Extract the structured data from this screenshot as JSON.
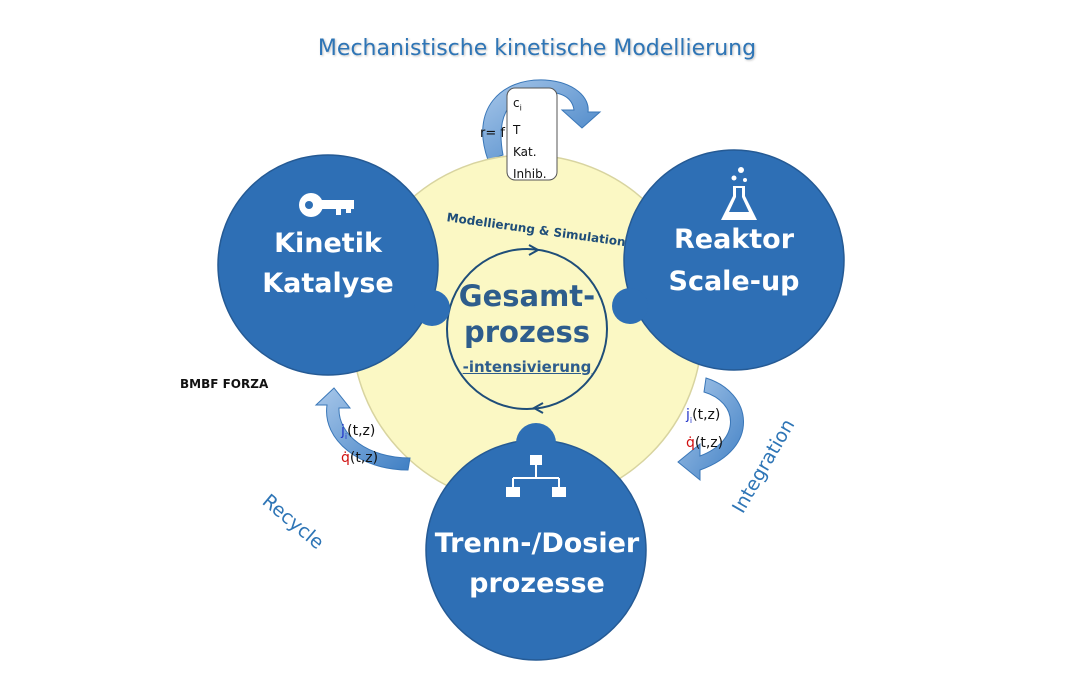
{
  "title": "Mechanistische kinetische Modellierung",
  "rate_equation": {
    "lhs": "r= f",
    "variables": [
      "c",
      "T",
      "Kat.",
      "Inhib."
    ],
    "variable_subscript_first": "i"
  },
  "center": {
    "arc_label": "Modellierung & Simulation",
    "line1": "Gesamt-",
    "line2": "prozess",
    "subline": "-intensivierung"
  },
  "nodes": {
    "kinetik": {
      "line1": "Kinetik",
      "line2": "Katalyse",
      "icon": "key-icon"
    },
    "reaktor": {
      "line1": "Reaktor",
      "line2": "Scale-up",
      "icon": "flask-icon"
    },
    "trenn": {
      "line1": "Trenn-/Dosier",
      "line2": "prozesse",
      "icon": "hierarchy-icon"
    }
  },
  "bmbf_label": "BMBF FORZA",
  "flux_left": {
    "j_symbol": "j",
    "j_sub": "i",
    "j_args": "(t,z)",
    "q_symbol": "q̇",
    "q_args": "(t,z)"
  },
  "flux_right": {
    "j_symbol": "j",
    "j_sub": "i",
    "j_args": "(t,z)",
    "q_symbol": "q̇",
    "q_args": "(t,z)"
  },
  "recycle_label": "Recycle",
  "integration_label": "Integration",
  "colors": {
    "node_blue": "#2e6fb5",
    "node_border": "#255a94",
    "center_fill": "#fbf8c4",
    "center_border": "#1f4e79",
    "arrow_blue": "#4f8fcf",
    "title_blue": "#2e75b6",
    "j_color": "#2234c8",
    "q_color": "#d01010"
  }
}
